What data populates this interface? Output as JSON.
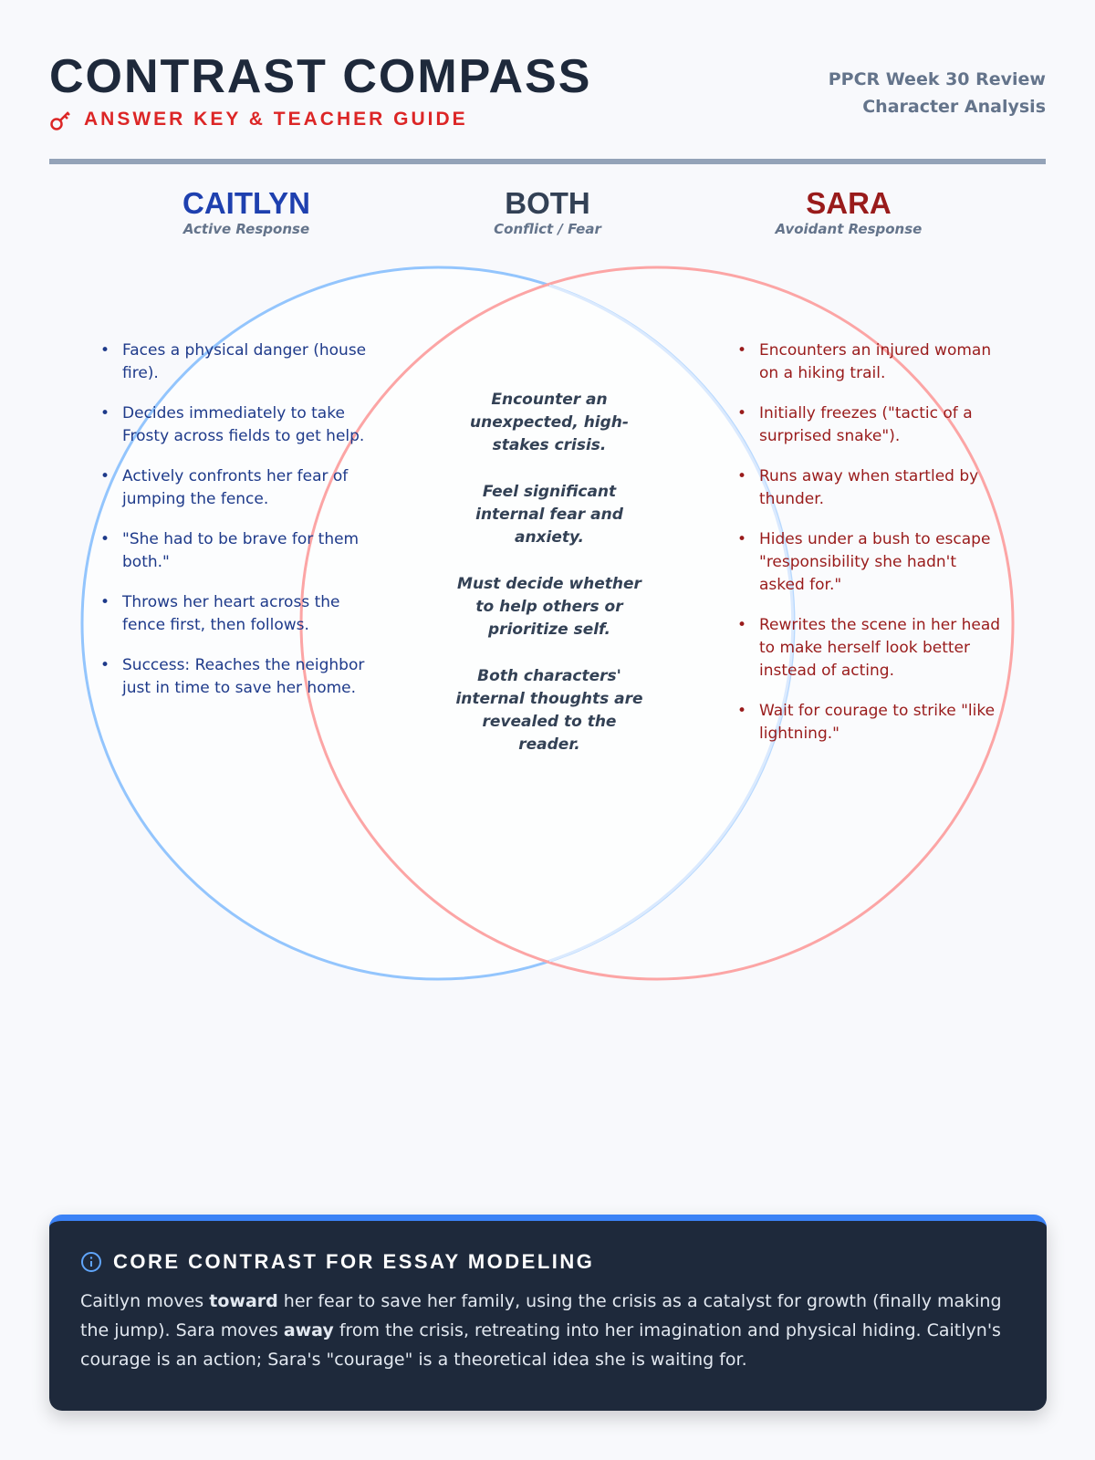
{
  "header": {
    "title": "CONTRAST COMPASS",
    "subtitle": "ANSWER KEY & TEACHER GUIDE",
    "meta_line1": "PPCR Week 30 Review",
    "meta_line2": "Character Analysis"
  },
  "columns": {
    "left": {
      "name": "CAITLYN",
      "sub": "Active Response",
      "color": "#1e40af",
      "items": [
        "Faces a physical danger (house fire).",
        "Decides immediately to take Frosty across fields to get help.",
        "Actively confronts her fear of jumping the fence.",
        "\"She had to be brave for them both.\"",
        "Throws her heart across the fence first, then follows.",
        "Success: Reaches the neighbor just in time to save her home."
      ]
    },
    "both": {
      "name": "BOTH",
      "sub": "Conflict / Fear",
      "color": "#334155",
      "items": [
        "Encounter an unexpected, high-stakes crisis.",
        "Feel significant internal fear and anxiety.",
        "Must decide whether to help others or prioritize self.",
        "Both characters' internal thoughts are revealed to the reader."
      ]
    },
    "right": {
      "name": "SARA",
      "sub": "Avoidant Response",
      "color": "#991b1b",
      "items": [
        "Encounters an injured woman on a hiking trail.",
        "Initially freezes (\"tactic of a surprised snake\").",
        "Runs away when startled by thunder.",
        "Hides under a bush to escape \"responsibility she hadn't asked for.\"",
        "Rewrites the scene in her head to make herself look better instead of acting.",
        "Wait for courage to strike \"like lightning.\""
      ]
    }
  },
  "card": {
    "title": "CORE CONTRAST FOR ESSAY MODELING",
    "p1": "Caitlyn moves ",
    "b1": "toward",
    "p2": " her fear to save her family, using the crisis as a catalyst for growth (finally making the jump). Sara moves ",
    "b2": "away",
    "p3": " from the crisis, retreating into her imagination and physical hiding. Caitlyn's courage is an action; Sara's \"courage\" is a theoretical idea she is waiting for."
  }
}
